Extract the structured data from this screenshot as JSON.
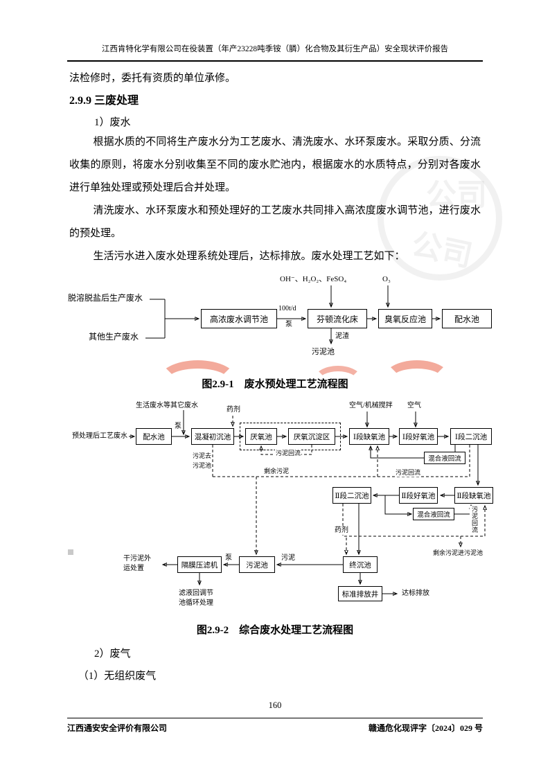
{
  "header": {
    "title": "江西肯特化学有限公司在役装置（年产23228吨季铵（膦）化合物及其衍生产品）安全现状评价报告"
  },
  "body": {
    "para_intro": "法检修时，委托有资质的单位承修。",
    "heading": "2.9.9 三废处理",
    "sub1": "1）废水",
    "para1": "根据水质的不同将生产废水分为工艺废水、清洗废水、水环泵废水。采取分质、分流收集的原则，将废水分别收集至不同的废水贮池内，根据废水的水质特点，分别对各废水进行单独处理或预处理后合并处理。",
    "para2": "清洗废水、水环泵废水和预处理好的工艺废水共同排入高浓度废水调节池，进行废水的预处理。",
    "para3": "生活污水进入废水处理系统处理后，达标排放。废水处理工艺如下：",
    "sub2": "2）废气",
    "sub3": "（1）无组织废气"
  },
  "figure1": {
    "caption": "图2.9-1　废水预处理工艺流程图",
    "inputs": [
      "脱溶脱盐后生产废水",
      "其他生产废水"
    ],
    "nodes": [
      "高浓废水调节池",
      "芬顿流化床",
      "臭氧反应池",
      "配水池"
    ],
    "flow_rate": "100t/d",
    "pump": "泵",
    "reagents": "OH⁻、H₂O₂、FeSO₄",
    "ozone": "O₃",
    "slag": "泥渣",
    "sludge_pool": "污泥池"
  },
  "figure2": {
    "caption": "图2.9-2　综合废水处理工艺流程图",
    "input": "预处理后工艺废水",
    "top_labels": {
      "domestic": "生活废水等其它废水",
      "chemical": "药剂",
      "air_stir": "空气/机械搅拌",
      "air": "空气"
    },
    "row1_nodes": [
      "配水池",
      "混凝初沉池",
      "厌氧池",
      "厌氧沉淀区",
      "Ⅰ段缺氧池",
      "Ⅰ段好氧池",
      "Ⅰ段二沉池"
    ],
    "row2_nodes": [
      "Ⅱ段二沉池",
      "Ⅱ段好氧池",
      "Ⅱ段缺氧池"
    ],
    "row3_nodes": {
      "final_tank": "终沉池",
      "sludge_pool": "污泥池",
      "filter_press": "隔膜压滤机",
      "discharge_well": "标准排放井"
    },
    "labels": {
      "pump1": "泵",
      "mixed_return1": "混合液回流",
      "sludge_to": "污泥去",
      "sludge_pool_lbl": "污泥池",
      "sludge_return_anaerobic": "污泥回流",
      "excess_sludge": "剩余污泥",
      "sludge_return1": "污泥回流",
      "mixed_return2": "混合液回流",
      "sludge_return2": "污泥回流",
      "excess_to_pool": "剩余污泥进污泥池",
      "chemical2": "药剂",
      "sludge": "污泥",
      "pump2": "泵",
      "dry_sludge_out": "干污泥外运处置",
      "filtrate_return": "滤液回调节池循环处理",
      "discharge": "达标排放"
    }
  },
  "footer": {
    "page_number": "160",
    "company": "江西通安安全评价有限公司",
    "doc_number": "赣通危化现评字〔2024〕029 号"
  },
  "watermark": {
    "text": "公司"
  }
}
